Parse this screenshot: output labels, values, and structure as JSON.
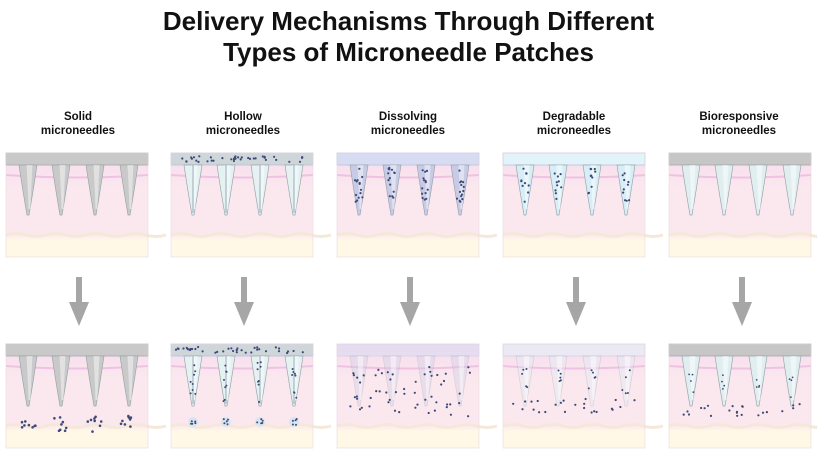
{
  "title": {
    "line1": "Delivery Mechanisms Through Different",
    "line2": "Types of Microneedle Patches"
  },
  "colors": {
    "skin_top": "#f7dcef",
    "skin_body": "#fbe8ee",
    "skin_bottom": "#fff8e6",
    "solid_needle": "#c9c9c9",
    "hollow_needle": "#e6f1f2",
    "dissolving_base": "#d8dcf2",
    "degradable_base": "#e2f3f9",
    "bioresponsive_needle": "#e1eef0",
    "drug_dot": "#3d4a78",
    "arrow": "#a6a6a6"
  },
  "panels": [
    {
      "id": "solid",
      "label_line1": "Solid",
      "label_line2": "microneedles"
    },
    {
      "id": "hollow",
      "label_line1": "Hollow",
      "label_line2": "microneedles"
    },
    {
      "id": "dissolving",
      "label_line1": "Dissolving",
      "label_line2": "microneedles"
    },
    {
      "id": "degradable",
      "label_line1": "Degradable",
      "label_line2": "microneedles"
    },
    {
      "id": "bioresponsive",
      "label_line1": "Bioresponsive",
      "label_line2": "microneedles"
    }
  ]
}
